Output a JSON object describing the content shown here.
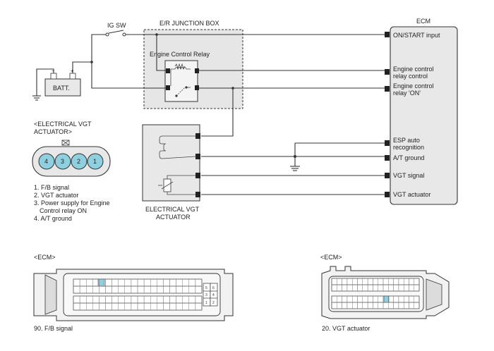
{
  "labels": {
    "ig_sw": "IG SW",
    "er_junction_box": "E/R JUNCTION BOX",
    "ecm": "ECM",
    "engine_control_relay": "Engine Control Relay",
    "batt": "BATT.",
    "actuator_title_1": "<ELECTRICAL VGT",
    "actuator_title_2": "ACTUATOR>",
    "actuator_bottom_1": "ELECTRICAL VGT",
    "actuator_bottom_2": "ACTUATOR"
  },
  "ecm_pins": [
    {
      "line1": "ON/START input",
      "line2": ""
    },
    {
      "line1": "Engine control",
      "line2": "relay control"
    },
    {
      "line1": "Engine control",
      "line2": "relay 'ON'"
    },
    {
      "line1": "ESP auto",
      "line2": "recognition"
    },
    {
      "line1": "A/T ground",
      "line2": ""
    },
    {
      "line1": "VGT signal",
      "line2": ""
    },
    {
      "line1": "VGT actuator",
      "line2": ""
    }
  ],
  "actuator_connector_pins": [
    "4",
    "3",
    "2",
    "1"
  ],
  "legend": [
    "1. F/B signal",
    "2. VGT actuator",
    "3. Power supply for Engine",
    "Control relay ON",
    "4. A/T ground"
  ],
  "connectors": {
    "left_title": "<ECM>",
    "left_caption": "90. F/B signal",
    "left_side_pins": [
      "6",
      "5",
      "4",
      "3",
      "2",
      "1"
    ],
    "right_title": "<ECM>",
    "right_caption": "20. VGT actuator"
  },
  "colors": {
    "ecm_fill": "#e8e8e8",
    "junction_box_fill": "#e6e6e6",
    "connector_fill": "#f0f0f0",
    "actuator_pin_fill": "#8fd0e0",
    "highlight_pin": "#8fd0e0"
  }
}
